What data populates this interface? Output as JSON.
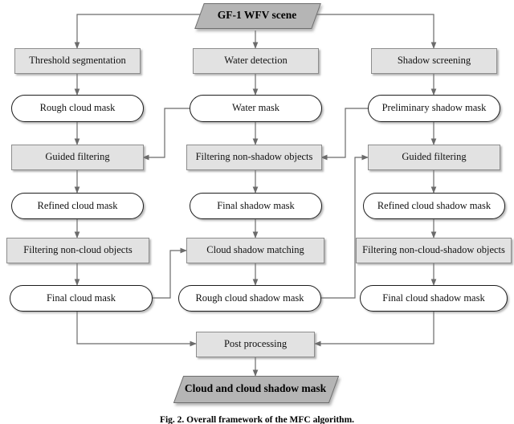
{
  "figure": {
    "caption": "Fig. 2. Overall framework of the MFC algorithm.",
    "background_color": "#ffffff",
    "line_color": "#6b6b6b",
    "process_fill": "#e2e2e2",
    "process_border": "#8d8d8d",
    "terminator_fill": "#ffffff",
    "terminator_border": "#1d1d1d",
    "data_shape_fill": "#b5b5b5",
    "data_shape_border": "#6e6e6e"
  },
  "nodes": {
    "input": {
      "label": "GF-1 WFV scene",
      "shape": "parallelogram"
    },
    "output": {
      "label": "Cloud and cloud shadow mask",
      "shape": "parallelogram"
    },
    "threshold_segmentation": {
      "label": "Threshold segmentation",
      "shape": "process"
    },
    "water_detection": {
      "label": "Water detection",
      "shape": "process"
    },
    "shadow_screening": {
      "label": "Shadow screening",
      "shape": "process"
    },
    "rough_cloud_mask": {
      "label": "Rough cloud mask",
      "shape": "terminator"
    },
    "water_mask": {
      "label": "Water mask",
      "shape": "terminator"
    },
    "preliminary_shadow_mask": {
      "label": "Preliminary shadow mask",
      "shape": "terminator"
    },
    "guided_filtering_left": {
      "label": "Guided filtering",
      "shape": "process"
    },
    "filtering_non_shadow_objects": {
      "label": "Filtering non-shadow objects",
      "shape": "process"
    },
    "guided_filtering_right": {
      "label": "Guided filtering",
      "shape": "process"
    },
    "refined_cloud_mask": {
      "label": "Refined cloud mask",
      "shape": "terminator"
    },
    "final_shadow_mask": {
      "label": "Final shadow mask",
      "shape": "terminator"
    },
    "refined_cloud_shadow_mask": {
      "label": "Refined cloud shadow mask",
      "shape": "terminator"
    },
    "filtering_non_cloud_objects": {
      "label": "Filtering non-cloud objects",
      "shape": "process"
    },
    "cloud_shadow_matching": {
      "label": "Cloud shadow matching",
      "shape": "process"
    },
    "filtering_non_cloud_shadow_objects": {
      "label": "Filtering non-cloud-shadow objects",
      "shape": "process"
    },
    "final_cloud_mask": {
      "label": "Final cloud mask",
      "shape": "terminator"
    },
    "rough_cloud_shadow_mask": {
      "label": "Rough cloud shadow mask",
      "shape": "terminator"
    },
    "final_cloud_shadow_mask": {
      "label": "Final cloud shadow mask",
      "shape": "terminator"
    },
    "post_processing": {
      "label": "Post processing",
      "shape": "process"
    }
  },
  "edges": [
    {
      "from": "input",
      "to": "threshold_segmentation"
    },
    {
      "from": "input",
      "to": "water_detection"
    },
    {
      "from": "input",
      "to": "shadow_screening"
    },
    {
      "from": "threshold_segmentation",
      "to": "rough_cloud_mask"
    },
    {
      "from": "water_detection",
      "to": "water_mask"
    },
    {
      "from": "shadow_screening",
      "to": "preliminary_shadow_mask"
    },
    {
      "from": "rough_cloud_mask",
      "to": "guided_filtering_left"
    },
    {
      "from": "water_mask",
      "to": "guided_filtering_left"
    },
    {
      "from": "water_mask",
      "to": "filtering_non_shadow_objects"
    },
    {
      "from": "preliminary_shadow_mask",
      "to": "filtering_non_shadow_objects"
    },
    {
      "from": "preliminary_shadow_mask",
      "to": "guided_filtering_right"
    },
    {
      "from": "guided_filtering_left",
      "to": "refined_cloud_mask"
    },
    {
      "from": "filtering_non_shadow_objects",
      "to": "final_shadow_mask"
    },
    {
      "from": "guided_filtering_right",
      "to": "refined_cloud_shadow_mask"
    },
    {
      "from": "refined_cloud_mask",
      "to": "filtering_non_cloud_objects"
    },
    {
      "from": "final_shadow_mask",
      "to": "cloud_shadow_matching"
    },
    {
      "from": "refined_cloud_shadow_mask",
      "to": "filtering_non_cloud_shadow_objects"
    },
    {
      "from": "filtering_non_cloud_objects",
      "to": "final_cloud_mask"
    },
    {
      "from": "cloud_shadow_matching",
      "to": "rough_cloud_shadow_mask"
    },
    {
      "from": "filtering_non_cloud_shadow_objects",
      "to": "final_cloud_shadow_mask"
    },
    {
      "from": "final_cloud_mask",
      "to": "cloud_shadow_matching"
    },
    {
      "from": "final_cloud_mask",
      "to": "post_processing"
    },
    {
      "from": "rough_cloud_shadow_mask",
      "to": "guided_filtering_right"
    },
    {
      "from": "final_cloud_shadow_mask",
      "to": "post_processing"
    },
    {
      "from": "post_processing",
      "to": "output"
    }
  ]
}
